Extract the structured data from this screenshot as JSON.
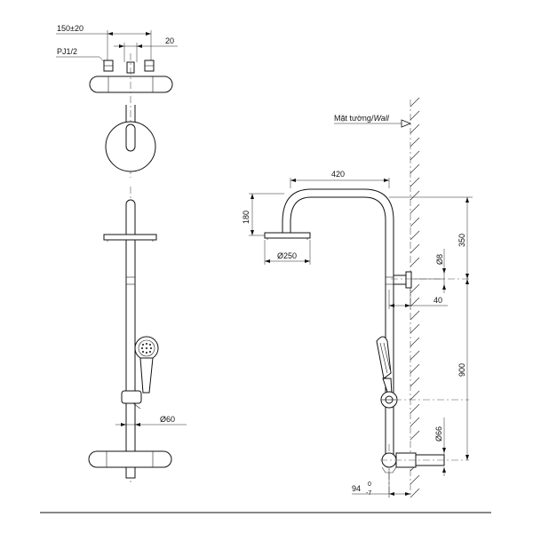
{
  "dimensions": {
    "top_width": "150±20",
    "thread": "PJ1/2",
    "outlet_offset": "20",
    "arm_length": "420",
    "head_drop": "180",
    "head_diameter": "Ø250",
    "upper_height": "350",
    "bracket_dia": "Ø8",
    "bracket_depth": "40",
    "mid_height": "900",
    "pipe_dia": "Ø66",
    "front_pipe_dia": "Ø60",
    "bottom_offset": "94",
    "bottom_tol_upper": "0",
    "bottom_tol_lower": "-7"
  },
  "wall_label": {
    "prefix": "Mặt tường/",
    "suffix": "Wall"
  }
}
